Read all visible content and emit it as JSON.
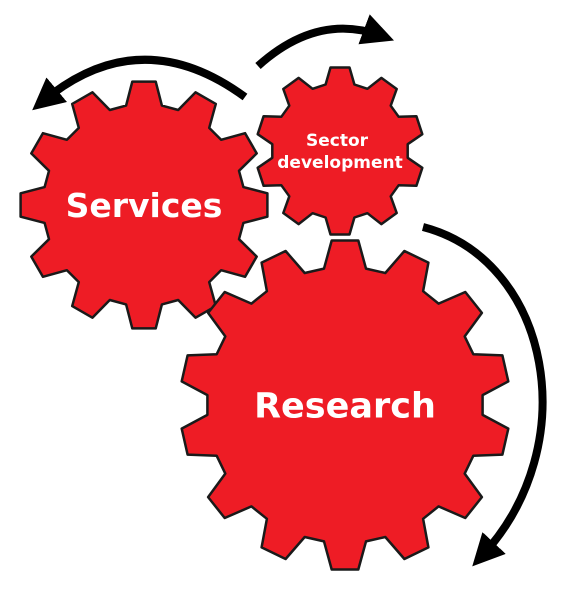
{
  "diagram": {
    "gear_color": "#ee1c25",
    "outline_color": "#1a1a1a",
    "arrow_color": "#000000",
    "gears": [
      {
        "id": "services",
        "label_lines": [
          "Services"
        ]
      },
      {
        "id": "sector-development",
        "label_lines": [
          "Sector",
          "development"
        ]
      },
      {
        "id": "research",
        "label_lines": [
          "Research"
        ]
      }
    ]
  }
}
